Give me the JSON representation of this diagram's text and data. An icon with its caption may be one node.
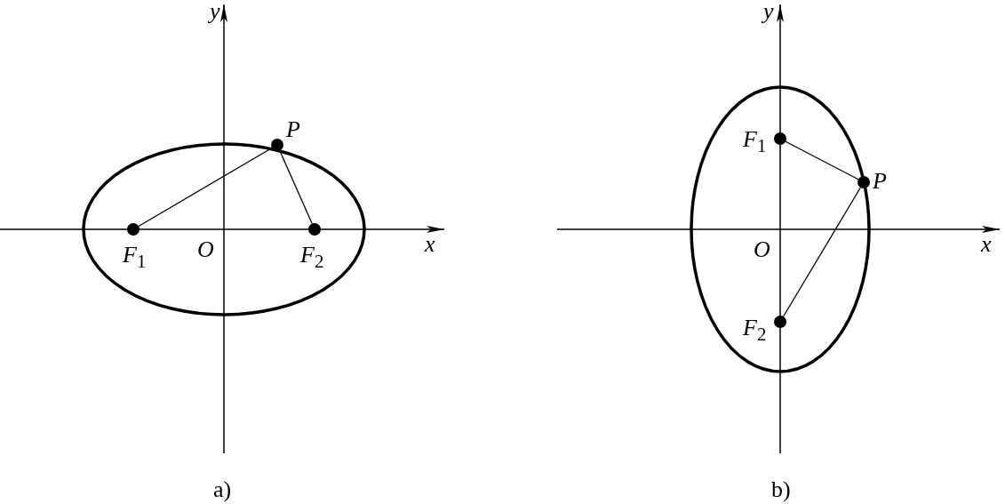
{
  "diagram": {
    "nodes": [
      {
        "text": [
          "F$_{1}$"
        ]
      },
      {
        "text": [
          "F$_{2}$"
        ]
      },
      {
        "text": [
          "P"
        ]
      },
      {
        "text": [
          "F$_{1}$"
        ]
      },
      {
        "text": [
          "F$_{2}$"
        ]
      },
      {
        "text": [
          "P"
        ]
      }
    ],
    "edges": [
      {
        "from": 0,
        "to": 2,
        "arrow": "none"
      },
      {
        "from": 2,
        "to": 1,
        "arrow": "none"
      },
      {
        "from": 3,
        "to": 5,
        "arrow": "none"
      },
      {
        "from": 5,
        "to": 4,
        "arrow": "none"
      }
    ],
    "labels": [
      "y",
      "x",
      "O",
      "a)",
      "y",
      "x",
      "O",
      "b)"
    ]
  }
}
